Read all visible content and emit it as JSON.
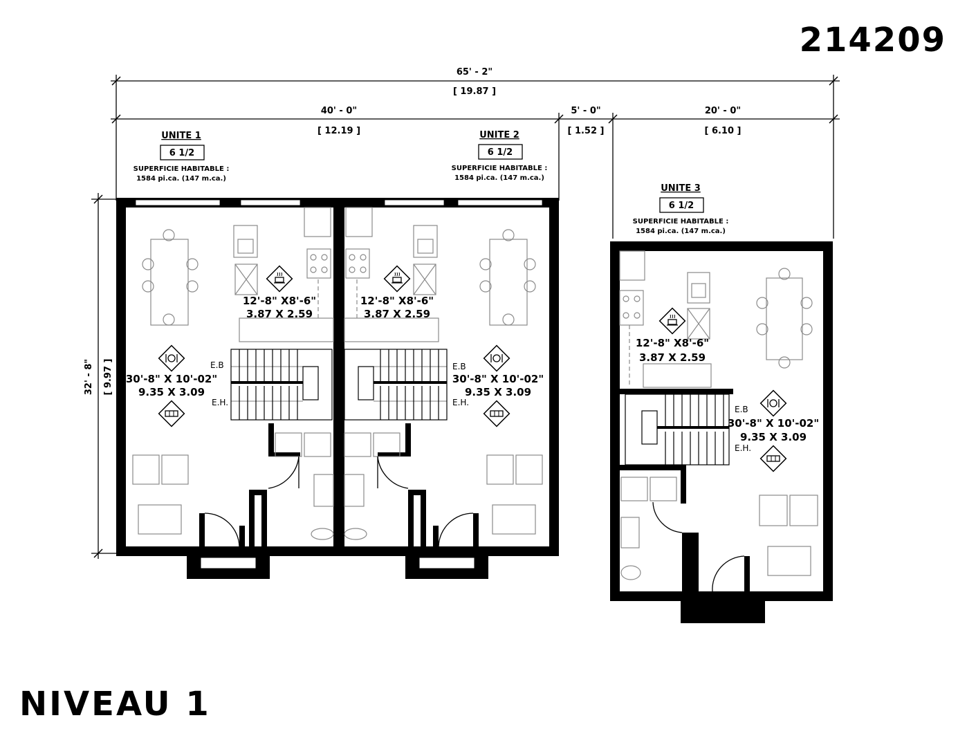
{
  "plan_id": "214209",
  "level_label": "NIVEAU 1",
  "dimensions": {
    "overall_ft": "65' - 2\"",
    "overall_m": "[ 19.87 ]",
    "bldg_a_ft": "40' - 0\"",
    "bldg_a_m": "[ 12.19 ]",
    "gap_ft": "5' - 0\"",
    "gap_m": "[ 1.52 ]",
    "bldg_b_ft": "20' - 0\"",
    "bldg_b_m": "[ 6.10 ]",
    "depth_ft": "32' - 8\"",
    "depth_m": "[ 9.97 ]"
  },
  "units": [
    {
      "name": "UNITE 1",
      "rooms": "6 1/2",
      "area_label": "SUPERFICIE HABITABLE :",
      "area_value": "1584 pi.ca. (147 m.ca.)"
    },
    {
      "name": "UNITE 2",
      "rooms": "6 1/2",
      "area_label": "SUPERFICIE HABITABLE :",
      "area_value": "1584 pi.ca. (147 m.ca.)"
    },
    {
      "name": "UNITE 3",
      "rooms": "6 1/2",
      "area_label": "SUPERFICIE HABITABLE :",
      "area_value": "1584 pi.ca. (147 m.ca.)"
    }
  ],
  "room_sizes": {
    "kitchen_ft": "12'-8\" X8'-6\"",
    "kitchen_m": "3.87 X 2.59",
    "living_ft": "30'-8\" X 10'-02\"",
    "living_m": "9.35 X 3.09"
  },
  "labels": {
    "eb": "E.B",
    "eh": "E.H."
  },
  "icons": [
    "kitchen-icon",
    "dining-icon",
    "living-icon"
  ]
}
